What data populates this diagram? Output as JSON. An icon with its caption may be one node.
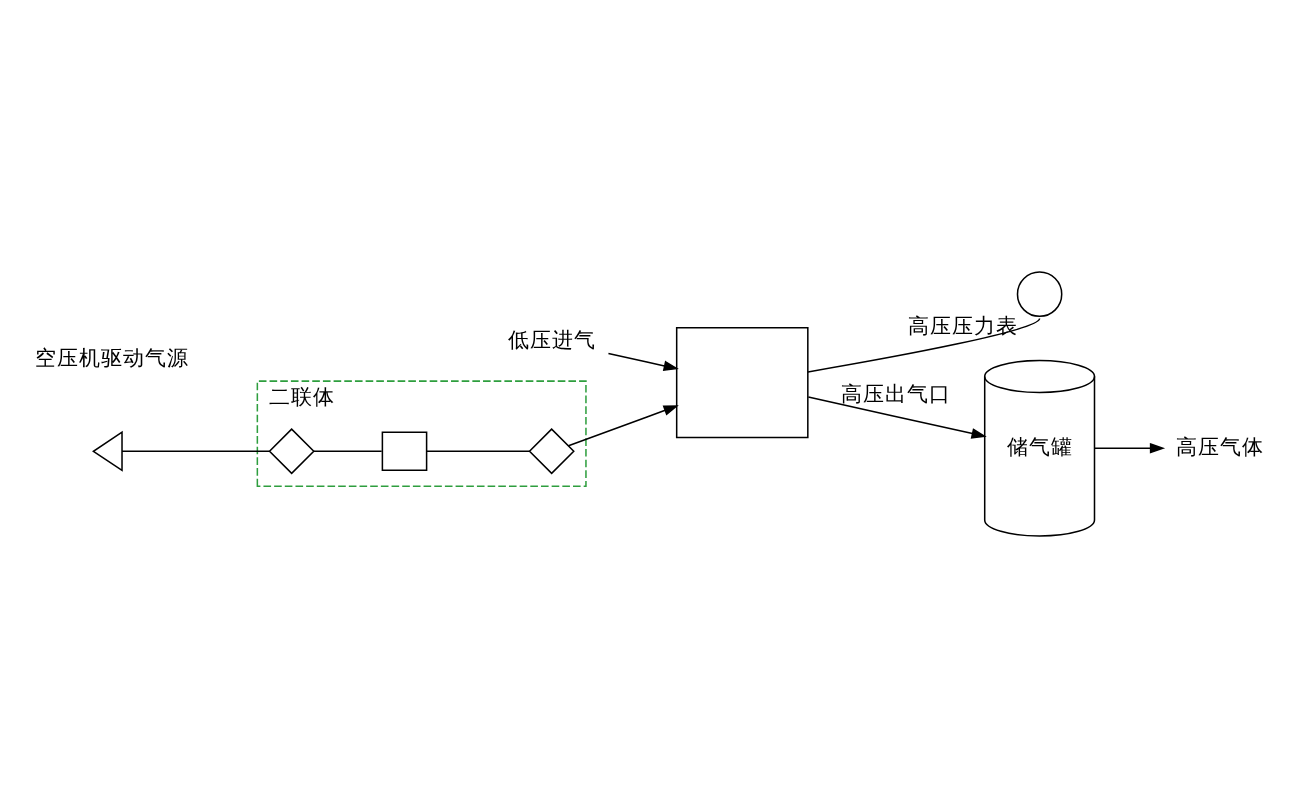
{
  "diagram": {
    "nodes": [
      {
        "text": [
          "低压进气"
        ]
      },
      {
        "text": [],
        "shape": "triangle"
      },
      {
        "text": [
          "二联体"
        ]
      },
      {
        "text": [],
        "shape": "diamond",
        "in": 2
      },
      {
        "text": [],
        "shape": "box",
        "in": 2
      },
      {
        "text": [],
        "shape": "diamond",
        "in": 2
      },
      {
        "text": [],
        "shape": "box"
      },
      {
        "text": [],
        "shape": "circle",
        "beside": [
          "高压压力表"
        ]
      },
      {
        "text": [
          "储气罐"
        ]
      },
      {
        "text": [
          "高压气体"
        ]
      }
    ],
    "edges": [
      {
        "from": 0,
        "to": 6,
        "arrow": "to"
      },
      {
        "from": 1,
        "to": 3,
        "arrow": "none"
      },
      {
        "from": 3,
        "to": 4,
        "arrow": "none"
      },
      {
        "from": 4,
        "to": 5,
        "arrow": "none"
      },
      {
        "from": 5,
        "to": 6,
        "arrow": "to"
      },
      {
        "from": 6,
        "to": 7,
        "arrow": "none"
      },
      {
        "from": 6,
        "to": 8,
        "arrow": "to",
        "label": "高压出气口"
      },
      {
        "from": 8,
        "to": 9,
        "arrow": "to"
      }
    ],
    "labels": [
      "空压机驱动气源"
    ]
  }
}
